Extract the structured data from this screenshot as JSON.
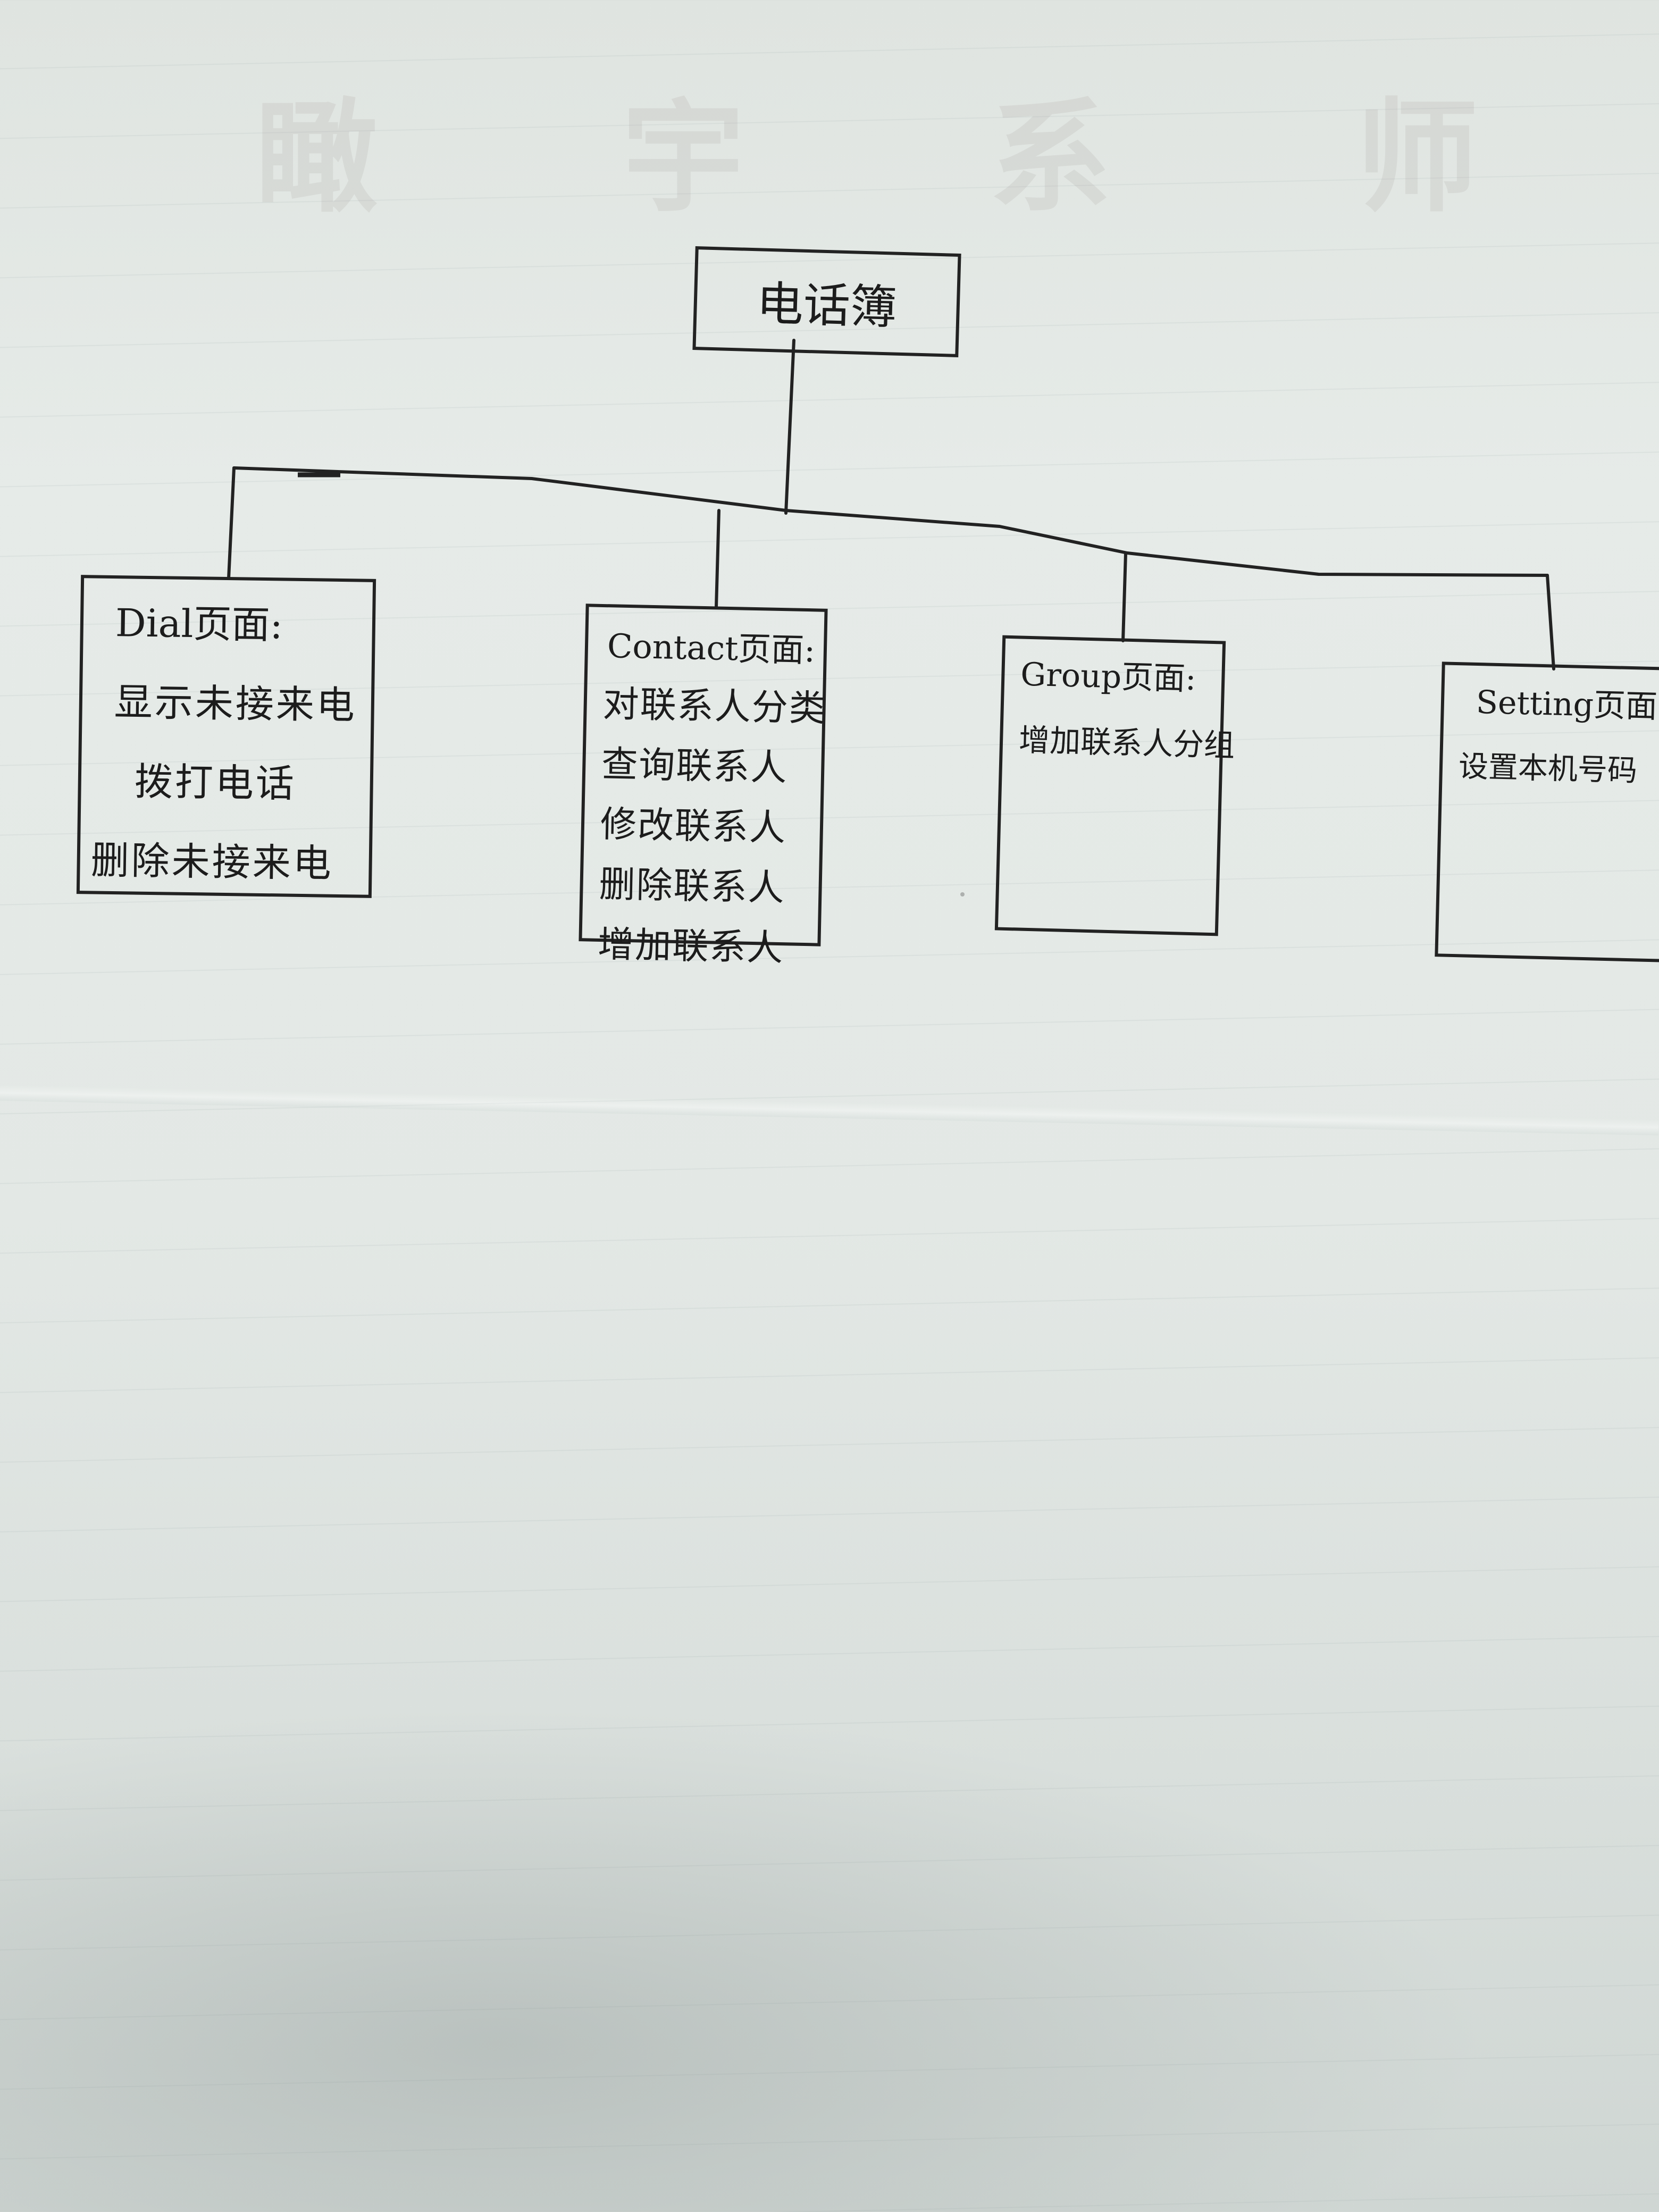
{
  "header_ghost": "瞰 宇 系 师 范 大 学",
  "root": {
    "label": "电话簿"
  },
  "pages": [
    {
      "key": "dial",
      "title": "Dial页面:",
      "items": [
        "显示未接来电",
        "拨打电话",
        "删除未接来电"
      ]
    },
    {
      "key": "contact",
      "title": "Contact页面:",
      "items": [
        "对联系人分类",
        "查询联系人",
        "修改联系人",
        "删除联系人",
        "增加联系人"
      ]
    },
    {
      "key": "group",
      "title": "Group页面:",
      "items": [
        "增加联系人分组"
      ]
    },
    {
      "key": "setting",
      "title": "Setting页面:",
      "items": [
        "设置本机号码"
      ]
    }
  ],
  "colors": {
    "ink": "#222222",
    "paper": "#e3e8e5"
  }
}
